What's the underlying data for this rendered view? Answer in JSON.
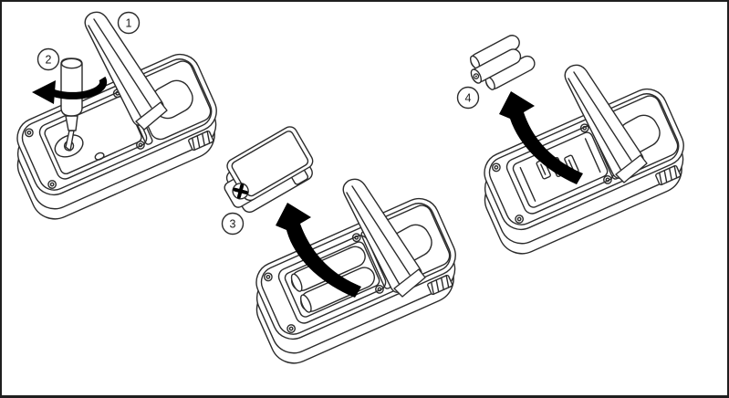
{
  "figure": {
    "type": "instruction-diagram",
    "subject": "battery-replacement-steps",
    "steps": [
      {
        "label": "1",
        "icon": "tilt-stand-opened"
      },
      {
        "label": "2",
        "icon": "screwdriver-turn-counterclockwise"
      },
      {
        "label": "3",
        "icon": "battery-door-removed"
      },
      {
        "label": "4",
        "icon": "batteries-removed"
      }
    ],
    "colors": {
      "background": "#ffffff",
      "line": "#2b2b2b",
      "arrow_fill": "#000000",
      "frame_border": "#1f1f1f"
    }
  }
}
